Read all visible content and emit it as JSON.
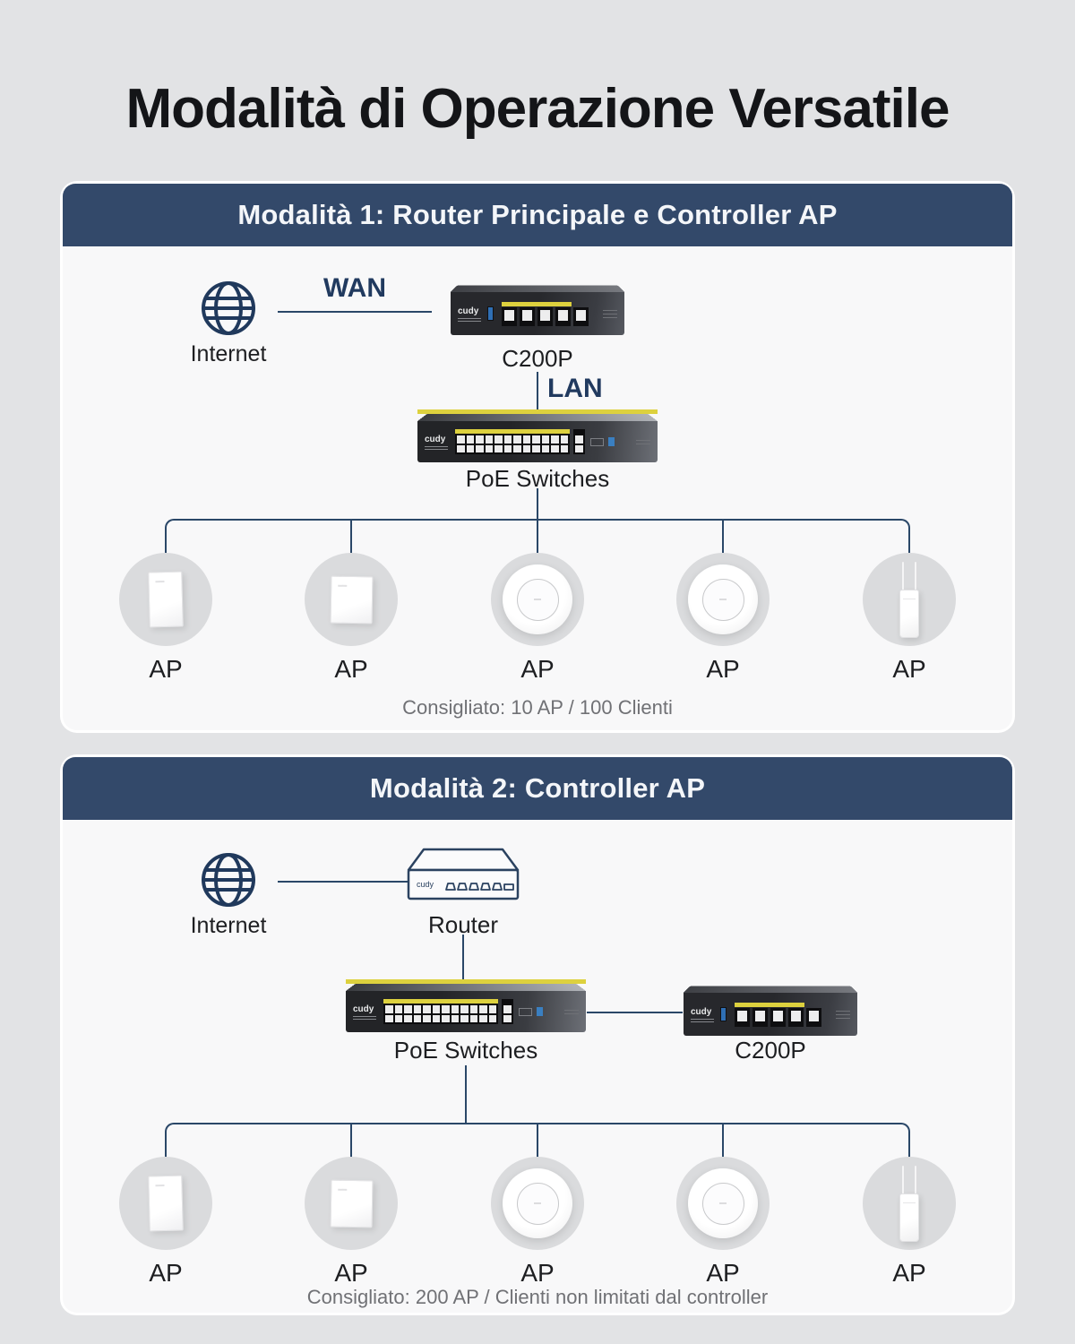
{
  "page": {
    "title": "Modalità di Operazione Versatile"
  },
  "devices": {
    "brand": "cudy"
  },
  "mode1": {
    "header": "Modalità 1: Router Principale e Controller AP",
    "internet_label": "Internet",
    "wan_label": "WAN",
    "lan_label": "LAN",
    "controller_label": "C200P",
    "switch_label": "PoE Switches",
    "ap_labels": [
      "AP",
      "AP",
      "AP",
      "AP",
      "AP"
    ],
    "caption": "Consigliato: 10 AP / 100 Clienti"
  },
  "mode2": {
    "header": "Modalità 2: Controller AP",
    "internet_label": "Internet",
    "router_label": "Router",
    "switch_label": "PoE Switches",
    "controller_label": "C200P",
    "ap_labels": [
      "AP",
      "AP",
      "AP",
      "AP",
      "AP"
    ],
    "caption": "Consigliato: 200 AP / Clienti non limitati dal controller"
  },
  "colors": {
    "page_bg": "#e2e3e5",
    "panel_bg": "#f8f8f9",
    "header_navy": "#33496a",
    "line_navy": "#2a4768",
    "port_yellow": "#ddd13e"
  }
}
